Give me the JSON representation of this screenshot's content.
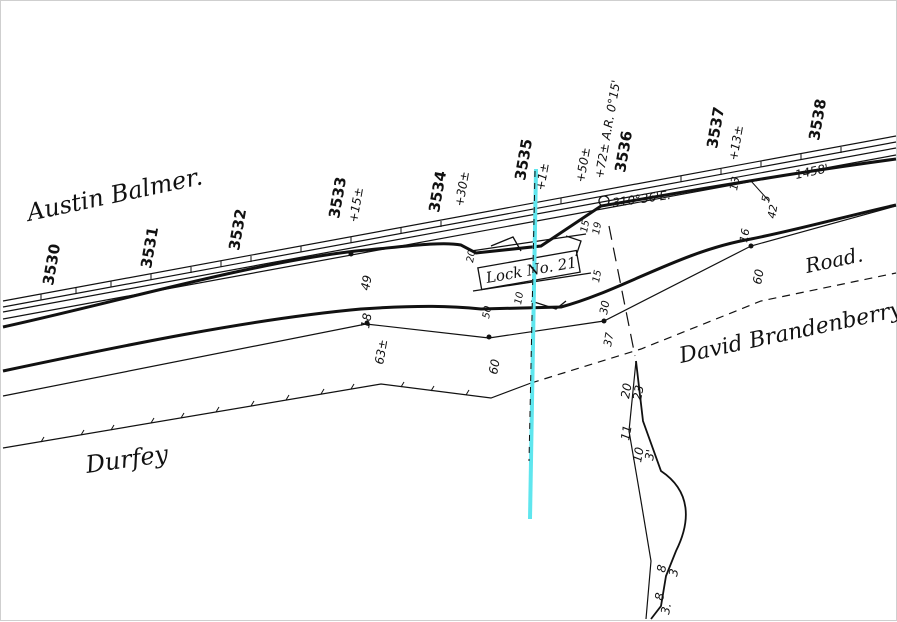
{
  "map": {
    "owners": {
      "north": "Austin Balmer.",
      "south_east": "David Brandenberry.",
      "south_west": "Durfey"
    },
    "road_label": "Road.",
    "lock_label": "Lock No. 21",
    "bearing": "310°36'E.",
    "distance": "1458'",
    "stations": [
      {
        "label": "3530"
      },
      {
        "label": "3531"
      },
      {
        "label": "3532"
      },
      {
        "label": "3533",
        "plus": "+15±"
      },
      {
        "label": "3534",
        "plus": "+30±"
      },
      {
        "label": "3535",
        "plus": "+1±"
      },
      {
        "label": "3536",
        "plus": "+72± A.R. 0°15'",
        "extra": "+50±"
      },
      {
        "label": "3537",
        "plus": "+13±"
      },
      {
        "label": "3538"
      }
    ],
    "elevations": {
      "e49": "49",
      "e18": "18",
      "e635": "63±",
      "e60a": "60",
      "e30": "30",
      "e37": "37",
      "e16": "16",
      "e42": "42",
      "e60b": "60",
      "e5": "5",
      "e13": "13",
      "e15a": "15",
      "e19": "19",
      "e50": "50",
      "e20a": "20",
      "e10a": "10",
      "e15b": "15",
      "e20b": "20",
      "e11": "11",
      "e23": "23",
      "e10b": "10",
      "e3a": "3'",
      "e8a": "8",
      "e3b": "3",
      "e8b": "8",
      "e3c": "3."
    },
    "colors": {
      "ink": "#111111",
      "marker": "#5fe6ee"
    }
  }
}
